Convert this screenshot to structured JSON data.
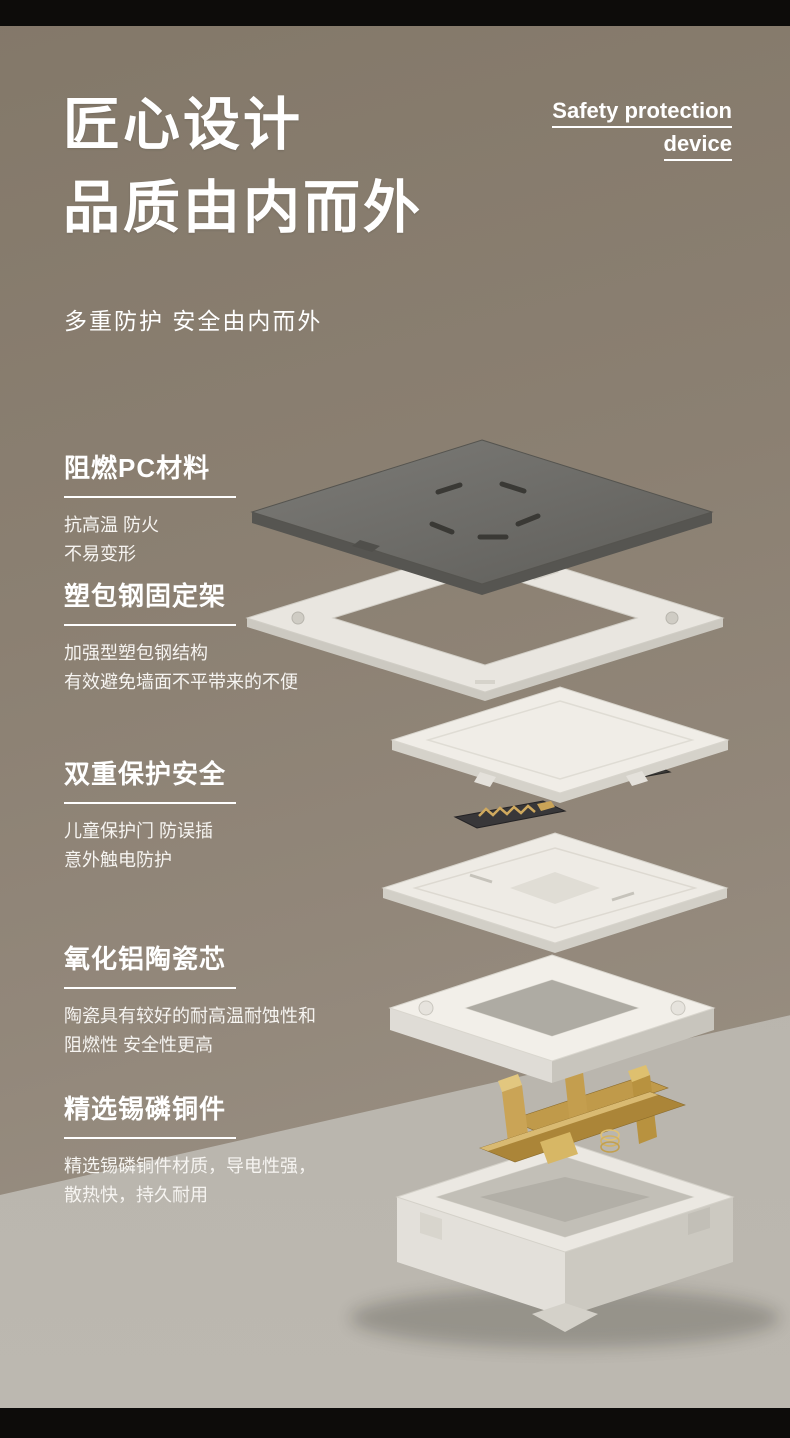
{
  "header": {
    "title_line1": "匠心设计",
    "title_line2": "品质由内而外",
    "badge_line1": "Safety protection",
    "badge_line2": "device",
    "subtitle": "多重防护 安全由内而外"
  },
  "sections": [
    {
      "title": "阻燃PC材料",
      "desc1": "抗高温 防火",
      "desc2": "不易变形"
    },
    {
      "title": "塑包钢固定架",
      "desc1": "加强型塑包钢结构",
      "desc2": "有效避免墙面不平带来的不便"
    },
    {
      "title": "双重保护安全",
      "desc1": "儿童保护门 防误插",
      "desc2": "意外触电防护"
    },
    {
      "title": "氧化铝陶瓷芯",
      "desc1": "陶瓷具有较好的耐高温耐蚀性和",
      "desc2": "阻燃性 安全性更高"
    },
    {
      "title": "精选锡磷铜件",
      "desc1": "精选锡磷铜件材质，导电性强，",
      "desc2": "散热快，持久耐用"
    }
  ],
  "illustration": {
    "type": "exploded-view-render",
    "layers": [
      "panel-cover",
      "mounting-frame",
      "inner-plate",
      "safety-shutter-springs",
      "function-plate",
      "ceramic-core-frame",
      "copper-contacts",
      "base-housing"
    ]
  },
  "colors": {
    "background_wall": "#8b8072",
    "background_floor": "#b8b4ac",
    "bar": "#0d0c0a",
    "text": "#ffffff",
    "panel_gray": "#6e6d69",
    "plastic_white": "#edeae4",
    "copper": "#c9a254"
  }
}
